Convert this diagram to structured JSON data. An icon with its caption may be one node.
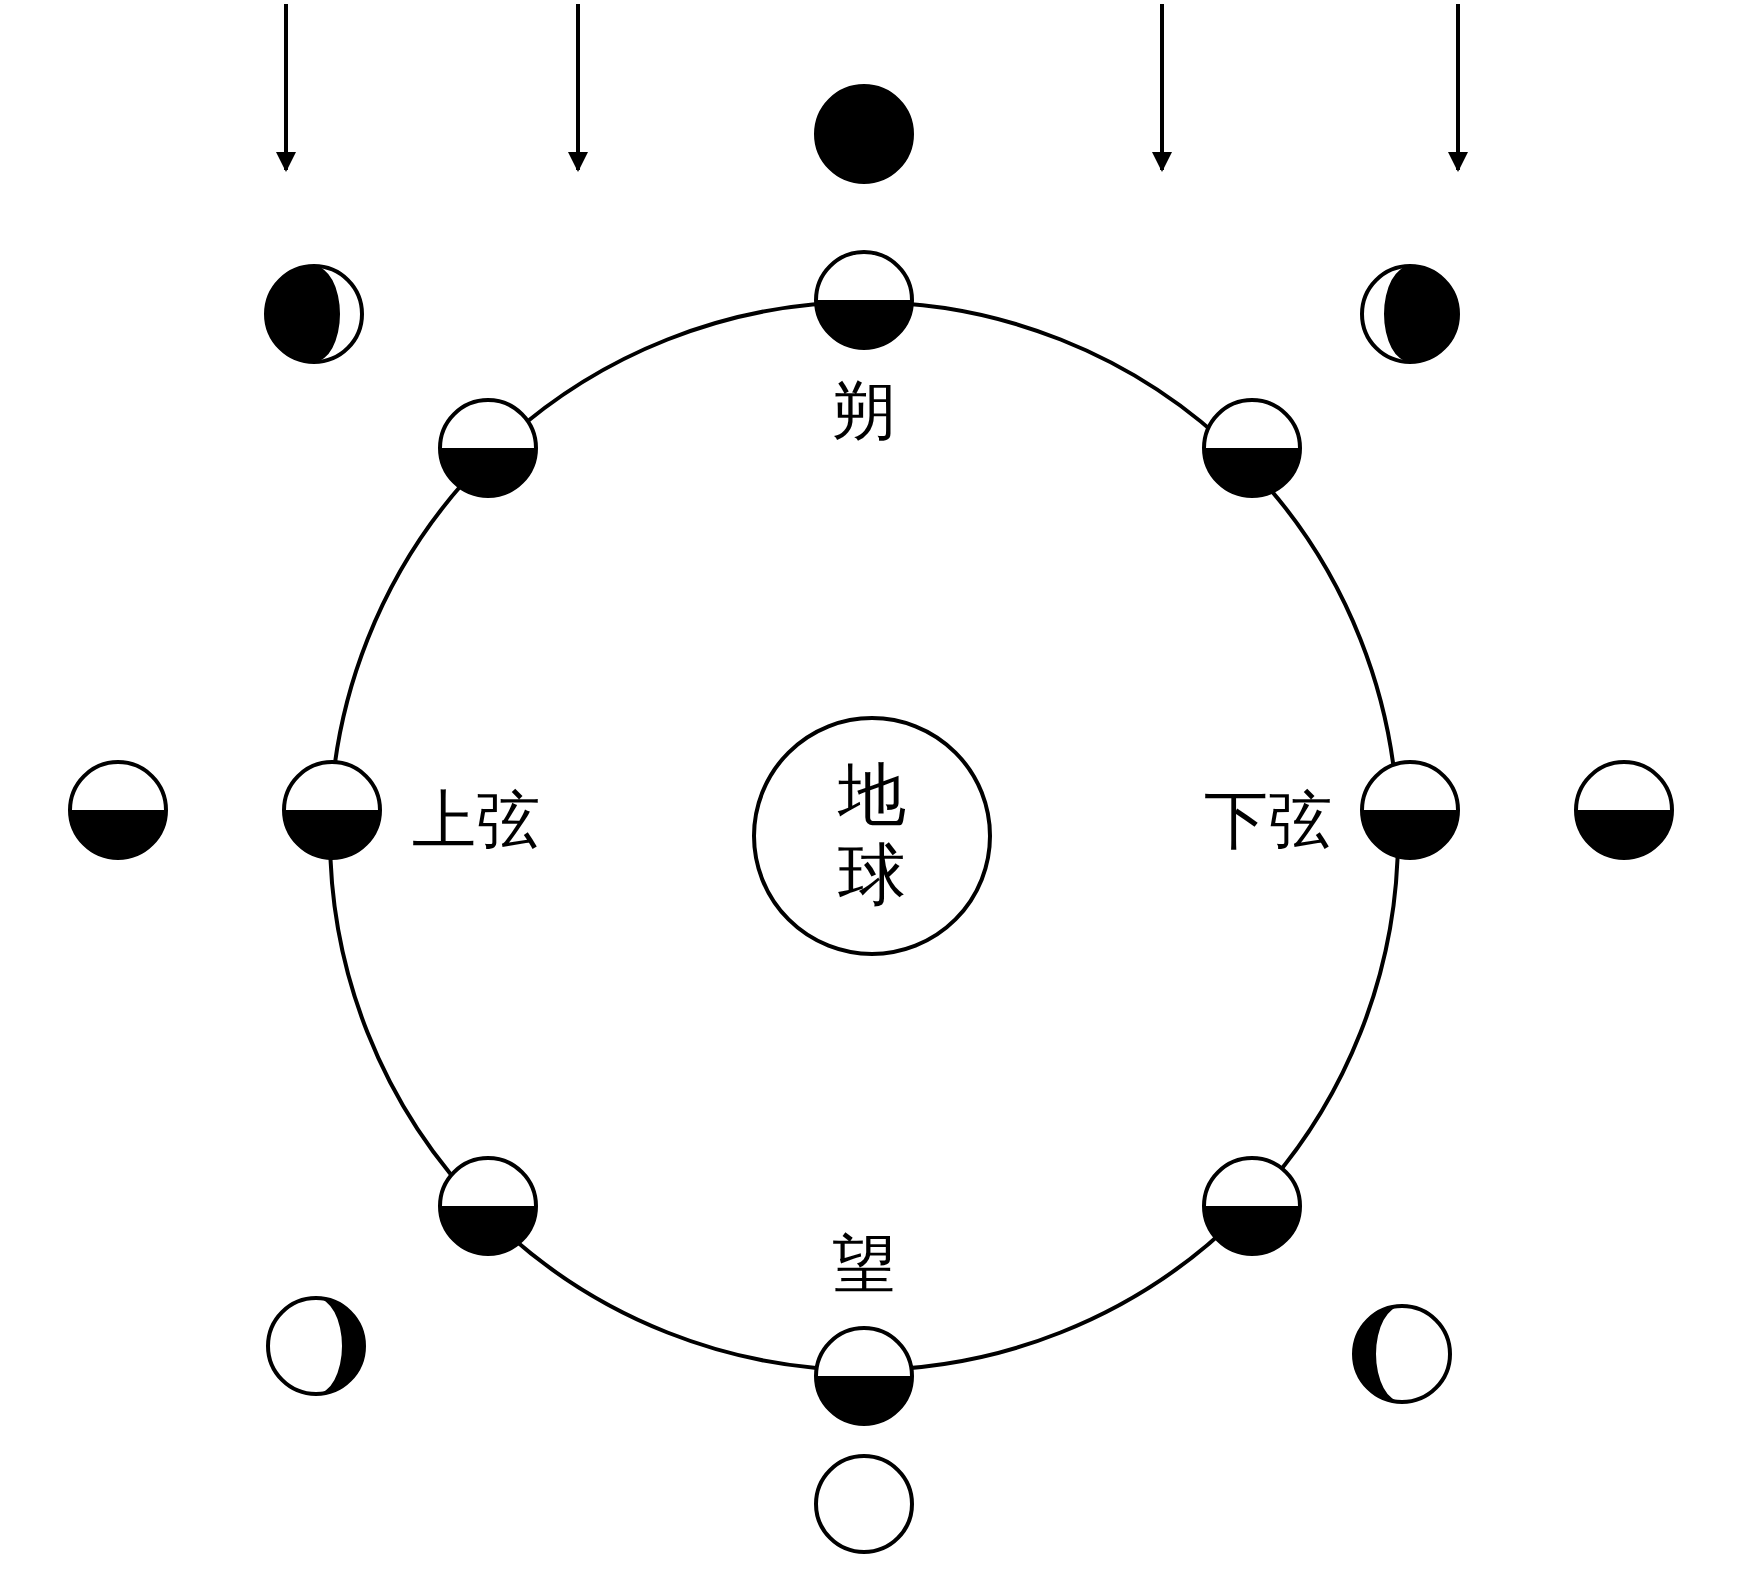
{
  "diagram": {
    "nodes": [
      {
        "text": [],
        "shape": "circle"
      },
      {
        "text": [],
        "shape": "circle"
      },
      {
        "text": [],
        "shape": "circle",
        "beside": [
          "朔"
        ]
      },
      {
        "text": [],
        "shape": "circle"
      },
      {
        "text": [],
        "shape": "circle"
      },
      {
        "text": [],
        "shape": "circle"
      },
      {
        "text": [],
        "shape": "circle"
      },
      {
        "text": [],
        "shape": "circle",
        "beside": [
          "上弦"
        ]
      },
      {
        "text": [
          "地球"
        ]
      },
      {
        "text": [],
        "shape": "circle",
        "beside": [
          "下弦"
        ]
      },
      {
        "text": [],
        "shape": "circle"
      },
      {
        "text": [],
        "shape": "circle"
      },
      {
        "text": [],
        "shape": "circle"
      },
      {
        "text": [],
        "shape": "circle"
      },
      {
        "text": [],
        "shape": "circle"
      },
      {
        "text": [],
        "shape": "circle",
        "beside": [
          "望"
        ]
      },
      {
        "text": [],
        "shape": "circle"
      }
    ]
  }
}
